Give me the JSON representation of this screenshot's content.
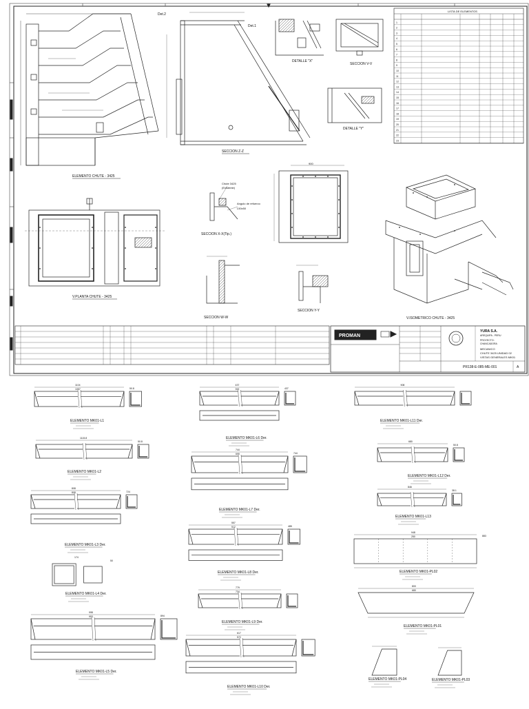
{
  "sheet": {
    "labels": {
      "det2": "Det.2",
      "det1": "Det.1",
      "seccion_zz": "SECCION Z-Z",
      "seccion_vv": "SECCION V-V",
      "detalle_x": "DETALLE \"X\"",
      "detalle_y": "DETALLE \"Y\"",
      "elemento_chute": "ELEMENTO CHUTE - 3425",
      "vplanta_chute": "V.PLANTA CHUTE - 3425",
      "seccion_xx": "SECCION X-X(Tip.)",
      "seccion_ww": "SECCION W-W",
      "seccion_yy": "SECCION Y-Y",
      "visometrico": "V.ISOMETRICO CHUTE - 3425",
      "chute_note": "Chute 3425",
      "chute_note2": "(Existente)",
      "angulo_note": "Angulo de refuerzo",
      "lados_note": "L50x50",
      "dim_seccion": "900",
      "lista_title": "LISTA DE ELEMENTOS"
    },
    "parts_table": {
      "rows": [
        "1",
        "2",
        "3",
        "4",
        "5",
        "6",
        "7",
        "8",
        "9",
        "10",
        "11",
        "12",
        "13",
        "14",
        "15",
        "16",
        "17",
        "18",
        "19",
        "20",
        "21",
        "22",
        "23"
      ]
    },
    "title_block": {
      "logo": "PROMAN",
      "company": "YURA S.A.",
      "location": "AREQUIPA - PERU",
      "proyecto_label": "PROYECTO:",
      "proyecto": "CHANCADORA",
      "area": "MECANICO",
      "title1": "CHUTE 3425 UNIDAD 02",
      "title2": "VISTAS GENERALES MK01",
      "drawing_no": "PR138-E-085-ME-001",
      "rev": "A"
    },
    "details": [
      {
        "id": "l1",
        "title": "ELEMENTO MK01-L1",
        "dim1": "1104",
        "dim2": "1057",
        "dim3": "50.8"
      },
      {
        "id": "l2",
        "title": "ELEMENTO MK01-L2",
        "dim1": "1115.8",
        "dim2": "",
        "dim3": "50.8"
      },
      {
        "id": "l3",
        "title": "ELEMENTO MK01-L3 Der.",
        "dim1": "808",
        "dim2": "808",
        "dim3": "724"
      },
      {
        "id": "l4",
        "title": "ELEMENTO MK01-L4 Der.",
        "dim1": "174",
        "dim2": "",
        "dim3": "50"
      },
      {
        "id": "l5",
        "title": "ELEMENTO MK01-L5 Der.",
        "dim1": "998",
        "dim2": "953",
        "dim3": "894"
      },
      {
        "id": "l6",
        "title": "ELEMENTO MK01-L6 Der.",
        "dim1": "437",
        "dim2": "392",
        "dim3": "437"
      },
      {
        "id": "l7",
        "title": "ELEMENTO MK01-L7 Der.",
        "dim1": "744",
        "dim2": "699",
        "dim3": "744"
      },
      {
        "id": "l8",
        "title": "ELEMENTO MK01-L8 Der.",
        "dim1": "557",
        "dim2": "512",
        "dim3": "485"
      },
      {
        "id": "l9",
        "title": "ELEMENTO MK01-L9 Der.",
        "dim1": "779",
        "dim2": "734",
        "dim3": ""
      },
      {
        "id": "l10",
        "title": "ELEMENTO MK01-L10 Der.",
        "dim1": "617",
        "dim2": "572",
        "dim3": ""
      },
      {
        "id": "l11",
        "title": "ELEMENTO MK01-L11 Der.",
        "dim1": "908",
        "dim2": "",
        "dim3": ""
      },
      {
        "id": "l12",
        "title": "ELEMENTO MK01-L12 Der.",
        "dim1": "680",
        "dim2": "",
        "dim3": "50.8"
      },
      {
        "id": "l13",
        "title": "ELEMENTO MK01-L13",
        "dim1": "846",
        "dim2": "",
        "dim3": "38.1"
      },
      {
        "id": "pl02",
        "title": "ELEMENTO MK01-PL02",
        "dim1": "948",
        "dim2": "250",
        "dim3": "883"
      },
      {
        "id": "pl01",
        "title": "ELEMENTO MK01-PL01",
        "dim1": "800",
        "dim2": "680",
        "dim3": ""
      },
      {
        "id": "pl04",
        "title": "ELEMENTO MK01-PL04",
        "dim1": "",
        "dim2": "",
        "dim3": ""
      },
      {
        "id": "pl03",
        "title": "ELEMENTO MK01-PL03",
        "dim1": "",
        "dim2": "",
        "dim3": ""
      }
    ]
  }
}
